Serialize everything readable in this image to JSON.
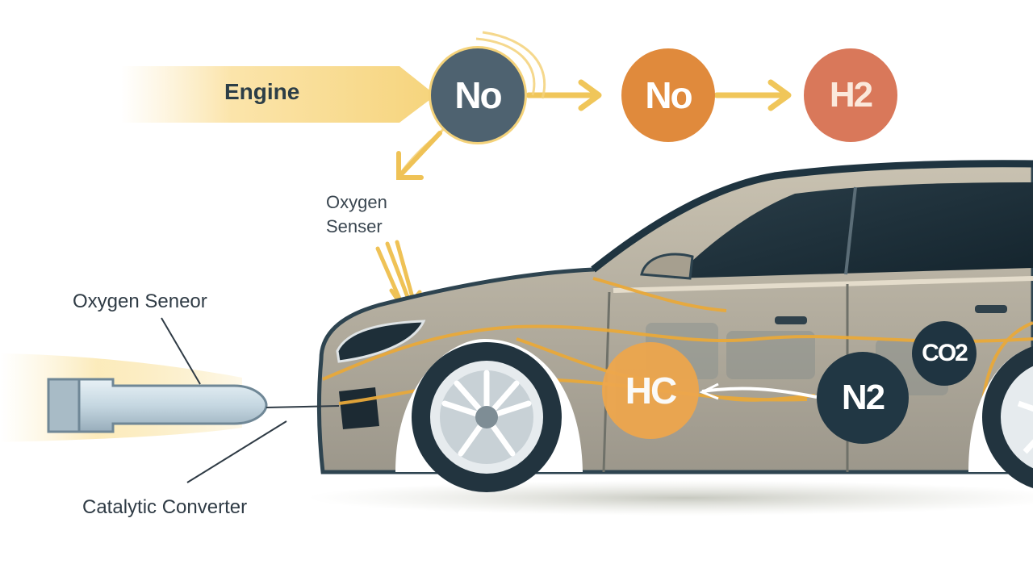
{
  "labels": {
    "engine": "Engine",
    "oxygen_sensor_top_line1": "Oxygen",
    "oxygen_sensor_top_line2": "Senser",
    "oxygen_sensor_left": "Oxygen Seneor",
    "catalytic_converter": "Catalytic Converter"
  },
  "molecules": {
    "no_1": "No",
    "no_2": "No",
    "h2": "H2",
    "hc": "HC",
    "n2": "N2",
    "co2": "CO2"
  },
  "colors": {
    "no_dark": "#4e6270",
    "no_orange": "#e08a3c",
    "h2_salmon": "#d9785a",
    "hc_orange": "#eda64d",
    "n2_dark": "#213744",
    "co2_dark": "#1f3441",
    "flow_yellow": "#f1c75c",
    "car_body": "#b4aea0",
    "accent_orange": "#e9a93a"
  }
}
